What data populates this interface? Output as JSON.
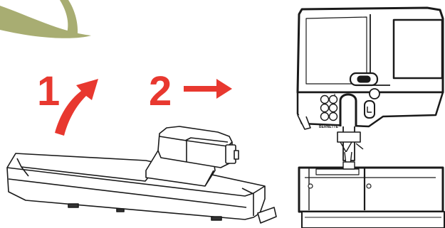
{
  "steps": [
    {
      "number": "1"
    },
    {
      "number": "2"
    }
  ],
  "machine": {
    "brand": "BERNETTE"
  },
  "colors": {
    "accent_red": "#e8382f",
    "leaf_green": "#a8ad72",
    "line": "#1a1a1a",
    "panel_fill": "#ffffff"
  },
  "icons": {
    "step1_arrow": "curved-arrow-up-right",
    "step2_arrow": "straight-arrow-right",
    "decor": "green-leaf-swoosh"
  }
}
